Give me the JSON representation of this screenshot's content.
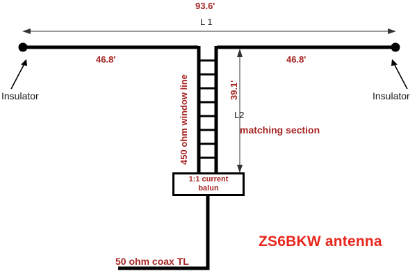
{
  "diagram": {
    "title": "ZS6BKW antenna",
    "background_color": "#ffffff",
    "line_color": "#000000",
    "label_red": "#a52422",
    "label_black": "#1a1a1a",
    "title_color": "#e8261c"
  },
  "labels": {
    "total_length": "93.6'",
    "total_length_name": "L 1",
    "left_leg": "46.8'",
    "right_leg": "46.8'",
    "feedline_type": "450 ohm window line",
    "matching_length": "39.1'",
    "matching_name": "L2",
    "matching_desc": "matching section",
    "balun_line1": "1:1 current",
    "balun_line2": "balun",
    "coax": "50 ohm coax TL",
    "insulator_left": "Insulator",
    "insulator_right": "Insulator"
  },
  "chart_data": {
    "type": "diagram",
    "title": "ZS6BKW antenna",
    "elements": [
      {
        "name": "dipole-wire",
        "label": "L 1",
        "length": "93.6'",
        "halves": [
          "46.8'",
          "46.8'"
        ]
      },
      {
        "name": "matching-section",
        "label": "L2",
        "length": "39.1'",
        "desc": "matching section",
        "material": "450 ohm window line"
      },
      {
        "name": "balun",
        "label": "1:1 current balun",
        "ratio": "1:1",
        "type": "current"
      },
      {
        "name": "feedline",
        "label": "50 ohm coax TL",
        "impedance": "50 ohm"
      },
      {
        "name": "insulator-left",
        "label": "Insulator"
      },
      {
        "name": "insulator-right",
        "label": "Insulator"
      }
    ]
  }
}
